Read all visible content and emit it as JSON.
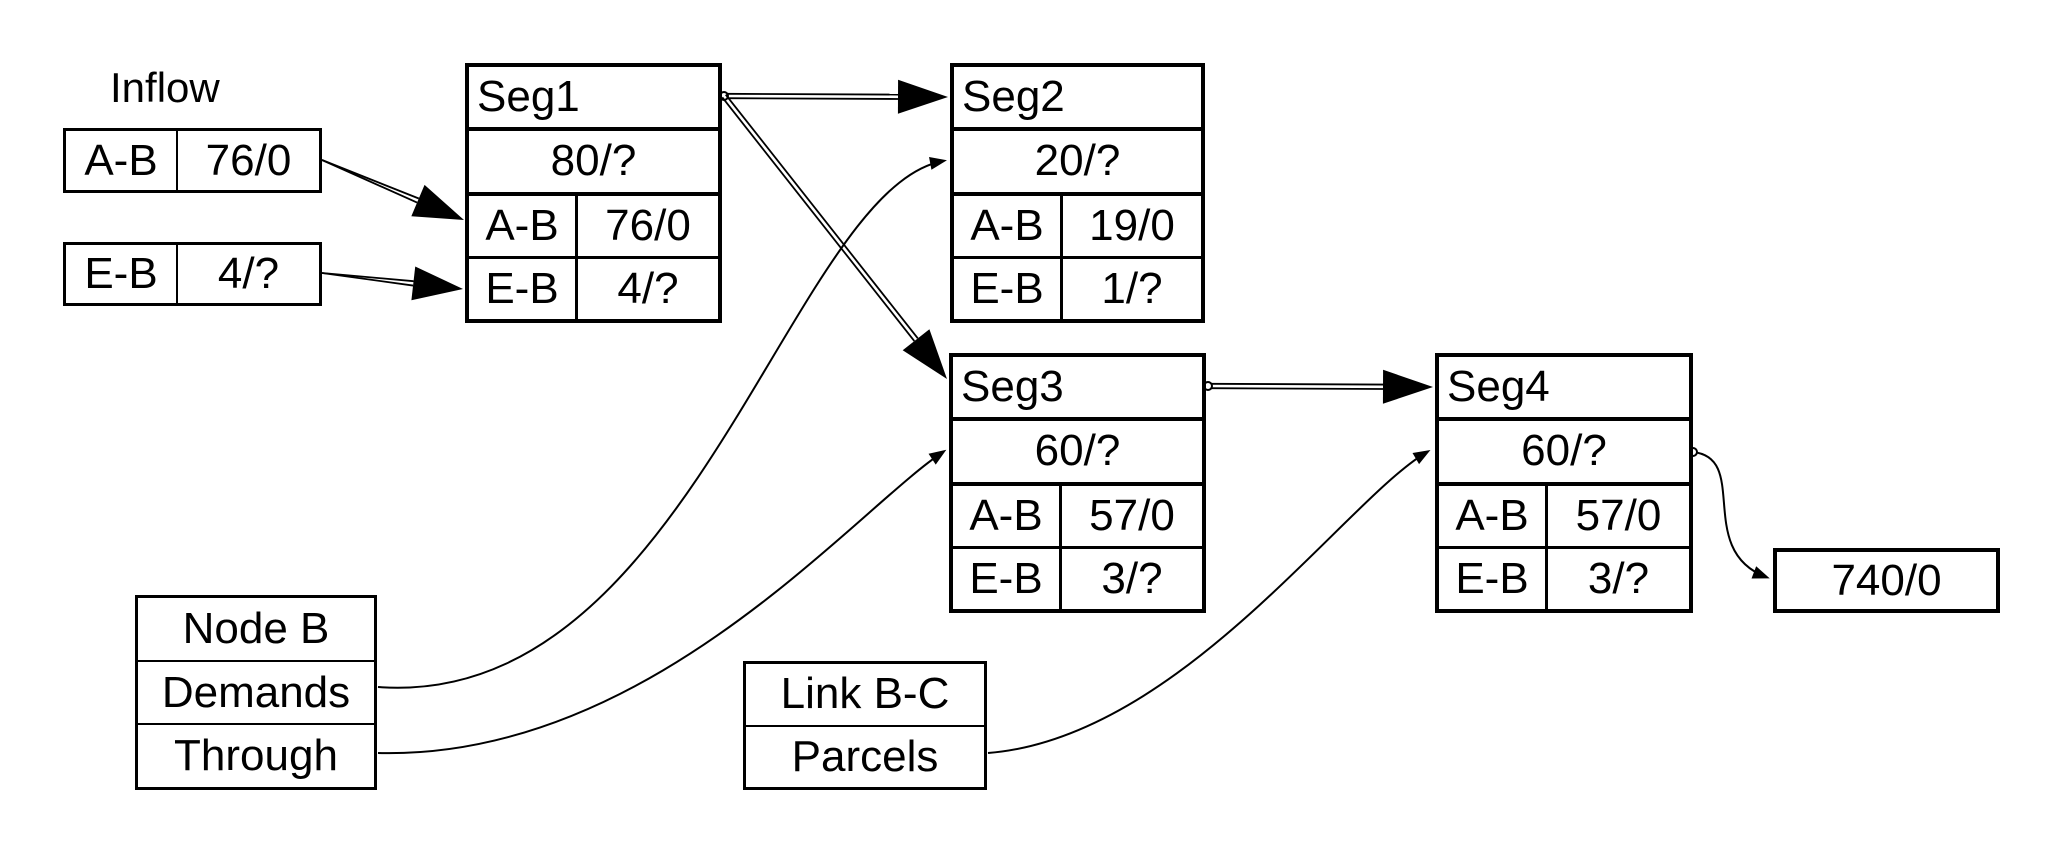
{
  "diagram": {
    "inflow": {
      "label": "Inflow",
      "entries": [
        {
          "key": "A-B",
          "value": "76/0"
        },
        {
          "key": "E-B",
          "value": "4/?"
        }
      ]
    },
    "segments": [
      {
        "name": "Seg1",
        "total": "80/?",
        "flows": [
          {
            "key": "A-B",
            "value": "76/0"
          },
          {
            "key": "E-B",
            "value": "4/?"
          }
        ]
      },
      {
        "name": "Seg2",
        "total": "20/?",
        "flows": [
          {
            "key": "A-B",
            "value": "19/0"
          },
          {
            "key": "E-B",
            "value": "1/?"
          }
        ]
      },
      {
        "name": "Seg3",
        "total": "60/?",
        "flows": [
          {
            "key": "A-B",
            "value": "57/0"
          },
          {
            "key": "E-B",
            "value": "3/?"
          }
        ]
      },
      {
        "name": "Seg4",
        "total": "60/?",
        "flows": [
          {
            "key": "A-B",
            "value": "57/0"
          },
          {
            "key": "E-B",
            "value": "3/?"
          }
        ]
      }
    ],
    "node_b_legend": {
      "rows": [
        "Node B",
        "Demands",
        "Through"
      ]
    },
    "link_bc_legend": {
      "rows": [
        "Link B-C",
        "Parcels"
      ]
    },
    "outflow": {
      "value": "740/0"
    },
    "colors": {
      "ink": "#000000",
      "paper": "#ffffff"
    }
  }
}
